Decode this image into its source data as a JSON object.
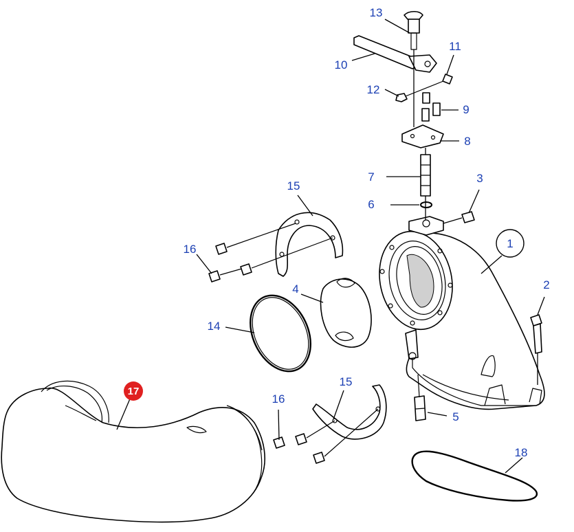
{
  "diagram": {
    "callouts": [
      {
        "id": "c1",
        "text": "1"
      },
      {
        "id": "c2",
        "text": "2"
      },
      {
        "id": "c3",
        "text": "3"
      },
      {
        "id": "c4",
        "text": "4"
      },
      {
        "id": "c5",
        "text": "5"
      },
      {
        "id": "c6",
        "text": "6"
      },
      {
        "id": "c7",
        "text": "7"
      },
      {
        "id": "c8",
        "text": "8"
      },
      {
        "id": "c9",
        "text": "9"
      },
      {
        "id": "c10",
        "text": "10"
      },
      {
        "id": "c11",
        "text": "11"
      },
      {
        "id": "c12",
        "text": "12"
      },
      {
        "id": "c13",
        "text": "13"
      },
      {
        "id": "c14",
        "text": "14"
      },
      {
        "id": "c15a",
        "text": "15"
      },
      {
        "id": "c15b",
        "text": "15"
      },
      {
        "id": "c16a",
        "text": "16"
      },
      {
        "id": "c16b",
        "text": "16"
      },
      {
        "id": "c17",
        "text": "17"
      },
      {
        "id": "c18",
        "text": "18"
      }
    ],
    "label_color": "#1b3fb3",
    "highlight_color": "#e02020",
    "highlighted_part": "17"
  }
}
